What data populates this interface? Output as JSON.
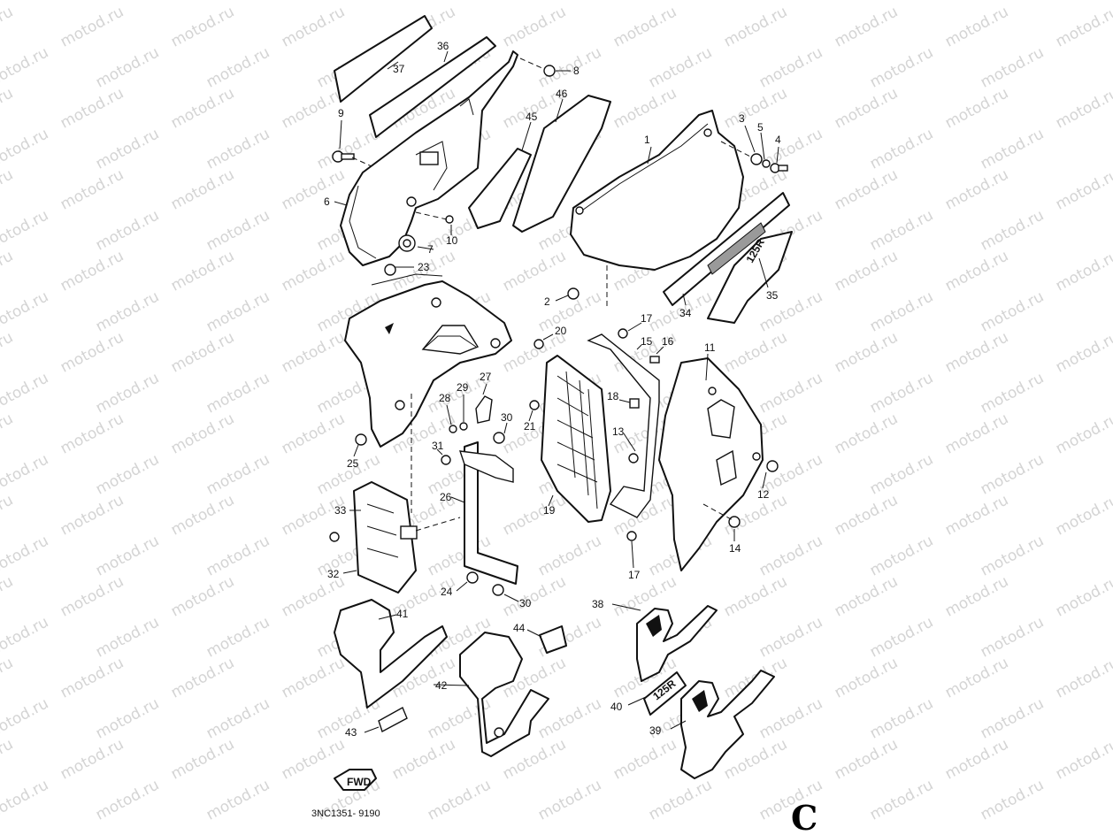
{
  "watermark": "motod.ru",
  "diagram_code": "3NC1351- 9190",
  "corner_letter": "C",
  "decals": {
    "model_badge": "125R",
    "fwd": "FWD"
  },
  "callouts": [
    "1",
    "2",
    "3",
    "4",
    "5",
    "6",
    "7",
    "8",
    "9",
    "10",
    "11",
    "12",
    "13",
    "14",
    "15",
    "16",
    "17",
    "17",
    "18",
    "19",
    "20",
    "21",
    "23",
    "24",
    "25",
    "26",
    "27",
    "28",
    "29",
    "30",
    "30",
    "31",
    "32",
    "33",
    "34",
    "35",
    "36",
    "37",
    "38",
    "39",
    "40",
    "41",
    "42",
    "43",
    "44",
    "45",
    "46"
  ],
  "colors": {
    "ink": "#111111",
    "watermark": "#d4d4d4",
    "background": "#ffffff"
  }
}
